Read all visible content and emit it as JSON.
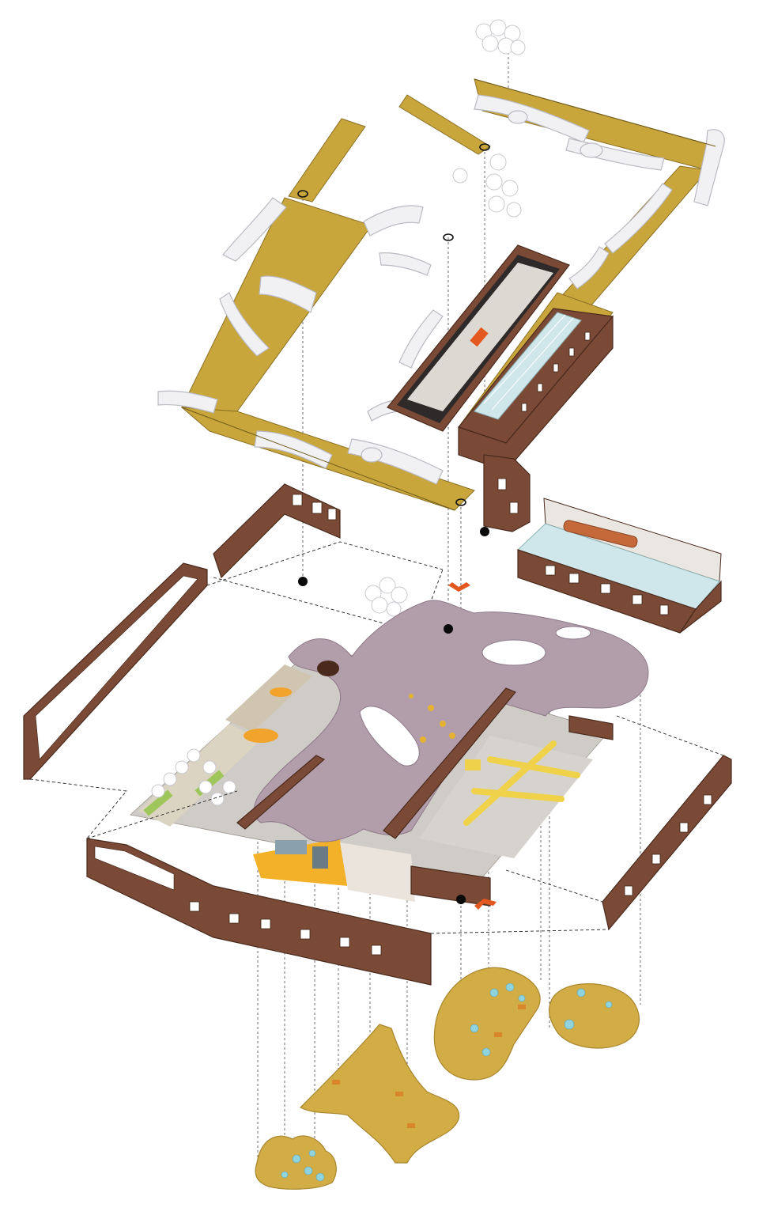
{
  "colors": {
    "brick": "#7a4a36",
    "deck": "#c9a63c",
    "pipe": "#f1f1f3",
    "roof": "#b29eab",
    "accent": "#e2581e",
    "landscape": "#d2ac45",
    "play_ball": "#8fd3df"
  },
  "layers": [
    {
      "id": "roof-deck-walkways",
      "type": "yellow deck with white tubes"
    },
    {
      "id": "rooftop-glass-pavilion",
      "type": "brick-framed box"
    },
    {
      "id": "upper-brick-walls",
      "type": "brick wall shell"
    },
    {
      "id": "meeting-room-box",
      "type": "interior box"
    },
    {
      "id": "purple-undulating-roof",
      "type": "sculpted roof over interior"
    },
    {
      "id": "ground-brick-walls",
      "type": "brick wall shell"
    },
    {
      "id": "ground-landscape-islands",
      "type": "yellow landscape pads"
    }
  ]
}
